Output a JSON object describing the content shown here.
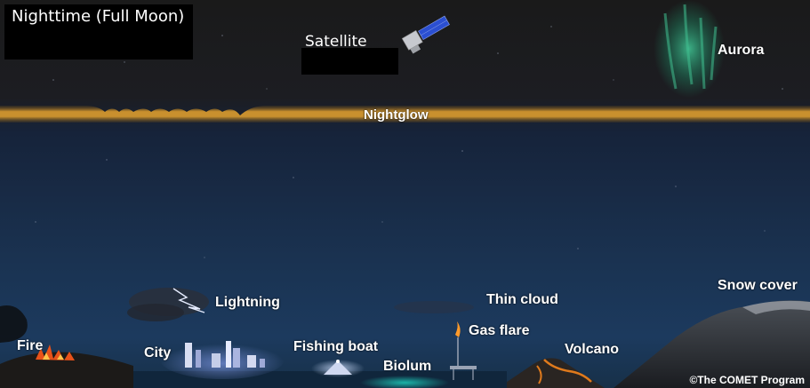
{
  "title": "Nighttime (Full Moon)",
  "labels": {
    "satellite": "Satellite",
    "aurora": "Aurora",
    "nightglow": "Nightglow",
    "lightning": "Lightning",
    "thin_cloud": "Thin cloud",
    "snow_cover": "Snow cover",
    "gas_flare": "Gas flare",
    "fire": "Fire",
    "city": "City",
    "fishing_boat": "Fishing boat",
    "volcano": "Volcano",
    "biolum": "Biolum"
  },
  "credit": "©The COMET Program",
  "colors": {
    "nightglow": "#c9902e",
    "aurora": "#2fa57e",
    "satellite_panel": "#2b4fd1",
    "lava": "#e07a1c",
    "fire": "#e8521a",
    "biolum": "#1dd6c2"
  }
}
